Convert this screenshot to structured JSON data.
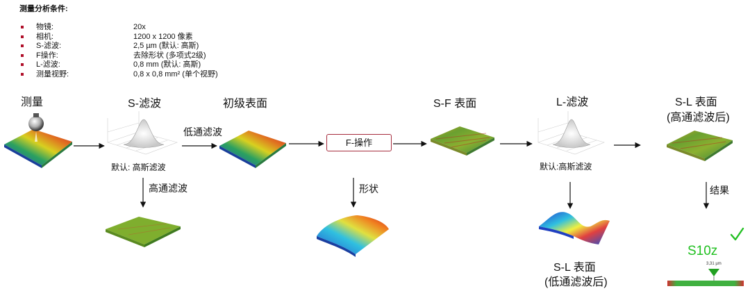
{
  "conditions": {
    "title": "测量分析条件:",
    "items": [
      {
        "label": "物镜:",
        "value": " 20x"
      },
      {
        "label": "相机:",
        "value": "1200 x 1200 像素"
      },
      {
        "label": "S-滤波:",
        "value": "2,5 µm  (默认: 高斯)"
      },
      {
        "label": "F操作:",
        "value": "去除形状 (多项式2级)"
      },
      {
        "label": "L-滤波:",
        "value": "0,8 mm (默认: 高斯)"
      },
      {
        "label": "测量视野:",
        "value": "0,8 x 0,8 mm² (单个视野)"
      }
    ]
  },
  "stages": {
    "measure": "测量",
    "s_filter": "S-滤波",
    "primary": "初级表面",
    "sf_surface": "S-F 表面",
    "l_filter": "L-滤波",
    "sl_surface_line1": "S-L 表面",
    "sl_surface_line2": "(高通滤波后)"
  },
  "edges": {
    "lowpass": "低通滤波",
    "highpass": "高通滤波",
    "form": "形状",
    "result": "结果"
  },
  "notes": {
    "s_default": "默认: 高斯滤波",
    "l_default": "默认:高斯滤波"
  },
  "f_operation": "F-操作",
  "bottom_sl_line1": "S-L 表面",
  "bottom_sl_line2": "(低通滤波后)",
  "result": {
    "param": "S10z",
    "value": "3,31 µm",
    "check_color": "#22c022"
  }
}
